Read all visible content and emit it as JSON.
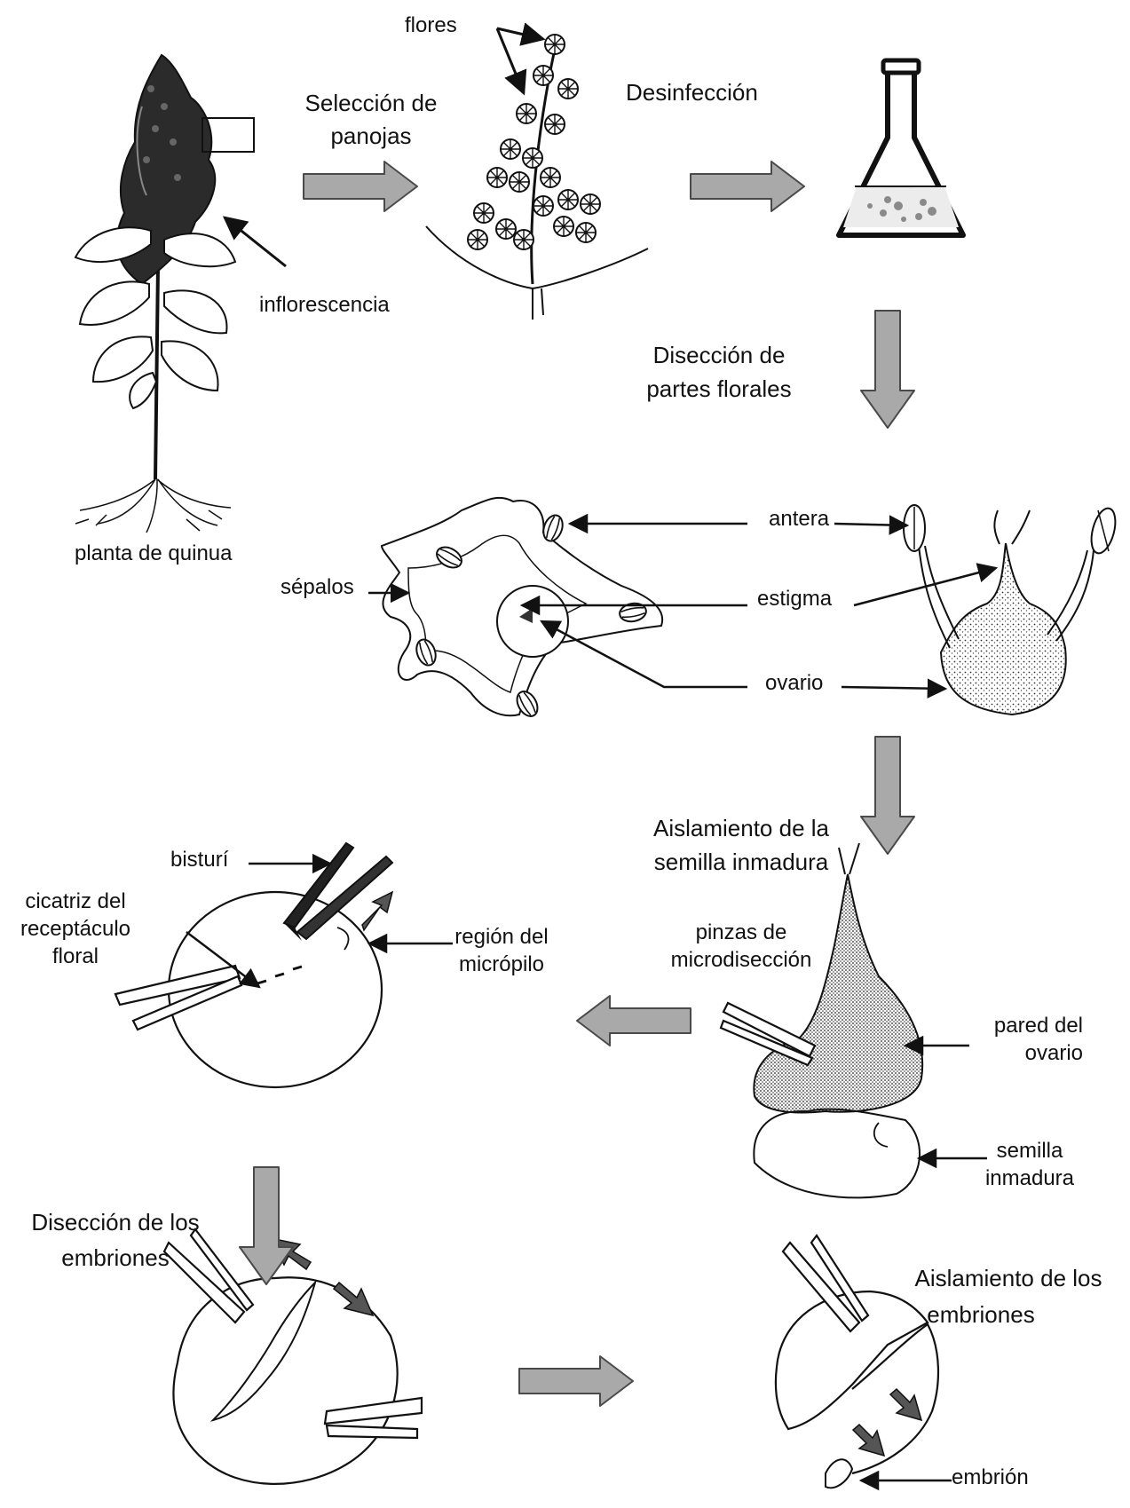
{
  "steps": {
    "seleccion": [
      "Selección de",
      "panojas"
    ],
    "desinfeccion": "Desinfección",
    "diseccion_partes": [
      "Disección de",
      "partes florales"
    ],
    "aislamiento_semilla": [
      "Aislamiento de la",
      "semilla inmadura"
    ],
    "diseccion_embriones": [
      "Disección  de los",
      "embriones"
    ],
    "aislamiento_embriones": [
      "Aislamiento de los",
      "embriones"
    ]
  },
  "labels": {
    "flores": "flores",
    "inflorescencia": "inflorescencia",
    "planta": "planta de quinua",
    "sepalos": "sépalos",
    "antera": "antera",
    "estigma": "estigma",
    "ovario": "ovario",
    "bisturi": "bisturí",
    "cicatriz": [
      "cicatriz del",
      "receptáculo",
      "floral"
    ],
    "micropilo": [
      "región del",
      "micrópilo"
    ],
    "pinzas": [
      "pinzas de",
      "microdisección"
    ],
    "pared": [
      "pared del",
      "ovario"
    ],
    "semilla": [
      "semilla",
      "inmadura"
    ],
    "embrion": "embrión"
  },
  "colors": {
    "arrow_fill": "#a9a9a9",
    "arrow_stroke": "#4a4a4a",
    "ink": "#111111"
  }
}
